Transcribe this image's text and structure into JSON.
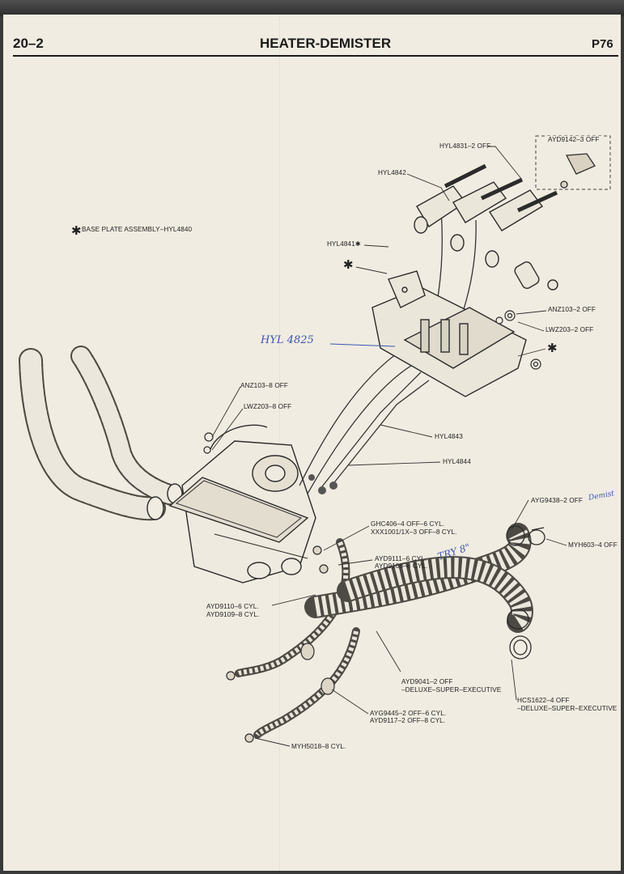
{
  "header": {
    "section": "20–2",
    "title": "HEATER-DEMISTER",
    "page": "P76"
  },
  "note": {
    "star": "✱",
    "text": "BASE PLATE ASSEMBLY–HYL4840"
  },
  "parts": {
    "hyl4831": "HYL4831–2 OFF",
    "ayd9142": "AYD9142–3 OFF",
    "hyl4842": "HYL4842",
    "hyl4841": "HYL4841✱",
    "anz103_2": "ANZ103–2 OFF",
    "lwz203_2": "LWZ203–2 OFF",
    "anz103_8": "ANZ103–8 OFF",
    "lwz203_8": "LWZ203–8 OFF",
    "hyl4843": "HYL4843",
    "hyl4844": "HYL4844",
    "ayg9438": "AYG9438–2 OFF",
    "myh603": "MYH603–4 OFF",
    "ghc406_a": "GHC406–4 OFF–6 CYL.",
    "ghc406_b": "XXX1001/1X–3 OFF–8 CYL.",
    "ayd9111_a": "AYD9111–6 CYL.",
    "ayd9111_b": "AYD9108–8 CYL.",
    "ayd9110_a": "AYD9110–6 CYL.",
    "ayd9110_b": "AYD9109–8 CYL.",
    "ayd9041_a": "AYD9041–2 OFF",
    "ayd9041_b": "–DELUXE–SUPER–EXECUTIVE",
    "hcs1622_a": "HCS1622–4 OFF",
    "hcs1622_b": "–DELUXE–SUPER–EXECUTIVE",
    "ayg9445_a": "AYG9445–2 OFF–6 CYL.",
    "ayg9445_b": "AYD9117–2 OFF–8 CYL.",
    "myh5018": "MYH5018–8 CYL."
  },
  "stars": [
    "✱",
    "✱"
  ],
  "handwritten": {
    "hyl4825": "HYL 4825",
    "try": "TRY 8\"",
    "demist": "Demist"
  }
}
